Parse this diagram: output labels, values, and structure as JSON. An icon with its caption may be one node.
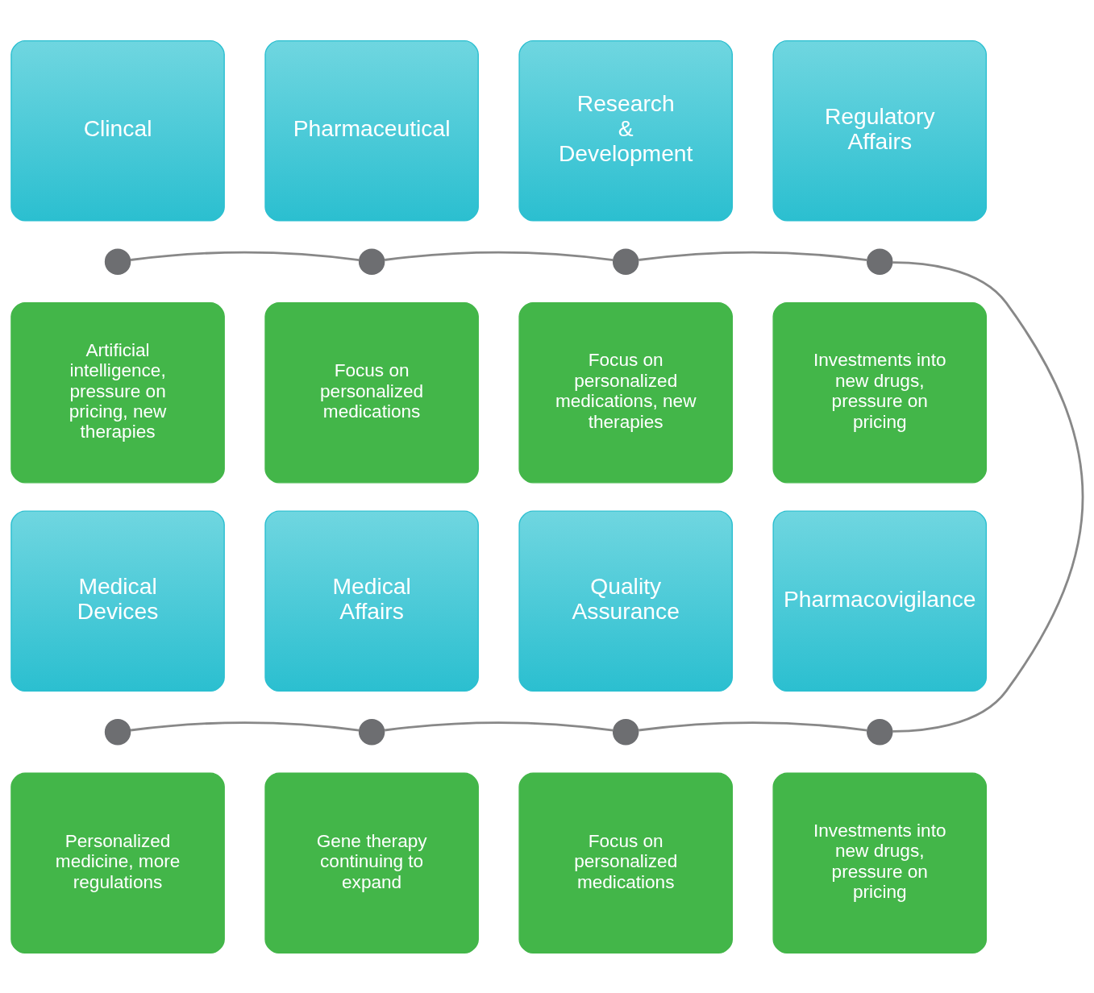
{
  "diagram": {
    "nodes": [
      {
        "text": [
          "Clincal"
        ]
      },
      {
        "text": [
          "Pharmaceutical"
        ]
      },
      {
        "text": [
          "Research & Development"
        ]
      },
      {
        "text": [
          "Regulatory Affairs"
        ]
      },
      {
        "text": [],
        "shape": "circle"
      },
      {
        "text": [],
        "shape": "circle"
      },
      {
        "text": [],
        "shape": "circle"
      },
      {
        "text": [],
        "shape": "circle"
      },
      {
        "text": [
          "Artificial intelligence, pressure on pricing, new therapies"
        ]
      },
      {
        "text": [
          "Focus on personalized medications"
        ]
      },
      {
        "text": [
          "Focus on personalized medications, new therapies"
        ]
      },
      {
        "text": [
          "Investments into new drugs, pressure on pricing"
        ]
      },
      {
        "text": [
          "Medical Devices"
        ]
      },
      {
        "text": [
          "Medical Affairs"
        ]
      },
      {
        "text": [
          "Quality Assurance"
        ]
      },
      {
        "text": [
          "Pharmacovigilance"
        ]
      },
      {
        "text": [],
        "shape": "circle"
      },
      {
        "text": [],
        "shape": "circle"
      },
      {
        "text": [],
        "shape": "circle"
      },
      {
        "text": [],
        "shape": "circle"
      },
      {
        "text": [
          "Personalized medicine, more regulations"
        ]
      },
      {
        "text": [
          "Gene therapy continuing to expand"
        ]
      },
      {
        "text": [
          "Focus on personalized medications"
        ]
      },
      {
        "text": [
          "Investments into new drugs, pressure on pricing"
        ]
      }
    ],
    "edges": [
      {
        "from": 4,
        "to": 5,
        "arrow": "none"
      },
      {
        "from": 5,
        "to": 6,
        "arrow": "none"
      },
      {
        "from": 6,
        "to": 7,
        "arrow": "none"
      },
      {
        "from": 7,
        "to": 19,
        "arrow": "none"
      },
      {
        "from": 16,
        "to": 17,
        "arrow": "none"
      },
      {
        "from": 17,
        "to": 18,
        "arrow": "none"
      },
      {
        "from": 18,
        "to": 19,
        "arrow": "none"
      }
    ]
  }
}
